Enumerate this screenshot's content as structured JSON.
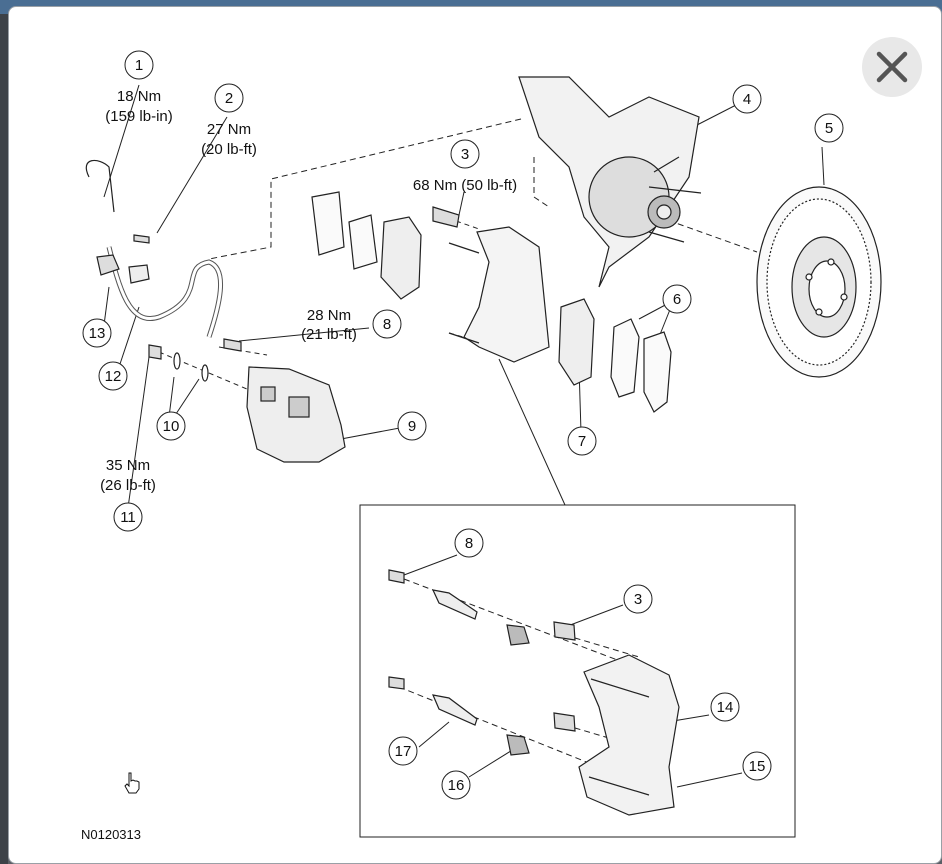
{
  "window": {
    "close_icon": "close-icon",
    "accent": "#4a6e93"
  },
  "callouts": [
    {
      "id": "1",
      "number": "1"
    },
    {
      "id": "2",
      "number": "2"
    },
    {
      "id": "3",
      "number": "3"
    },
    {
      "id": "4",
      "number": "4"
    },
    {
      "id": "5",
      "number": "5"
    },
    {
      "id": "6",
      "number": "6"
    },
    {
      "id": "7",
      "number": "7"
    },
    {
      "id": "8",
      "number": "8"
    },
    {
      "id": "9",
      "number": "9"
    },
    {
      "id": "10",
      "number": "10"
    },
    {
      "id": "11",
      "number": "11"
    },
    {
      "id": "12",
      "number": "12"
    },
    {
      "id": "13",
      "number": "13"
    },
    {
      "id": "8b",
      "number": "8"
    },
    {
      "id": "3b",
      "number": "3"
    },
    {
      "id": "14",
      "number": "14"
    },
    {
      "id": "15",
      "number": "15"
    },
    {
      "id": "16",
      "number": "16"
    },
    {
      "id": "17",
      "number": "17"
    }
  ],
  "torque": {
    "c1_line1": "18 Nm",
    "c1_line2": "(159 lb-in)",
    "c2_line1": "27 Nm",
    "c2_line2": "(20 lb-ft)",
    "c3_line1": "68 Nm (50 lb-ft)",
    "c8_line1": "28 Nm",
    "c8_line2": "(21 lb-ft)",
    "c11_line1": "35 Nm",
    "c11_line2": "(26 lb-ft)"
  },
  "figure_id": "N0120313",
  "cursor_icon": "hand-pointer-icon"
}
